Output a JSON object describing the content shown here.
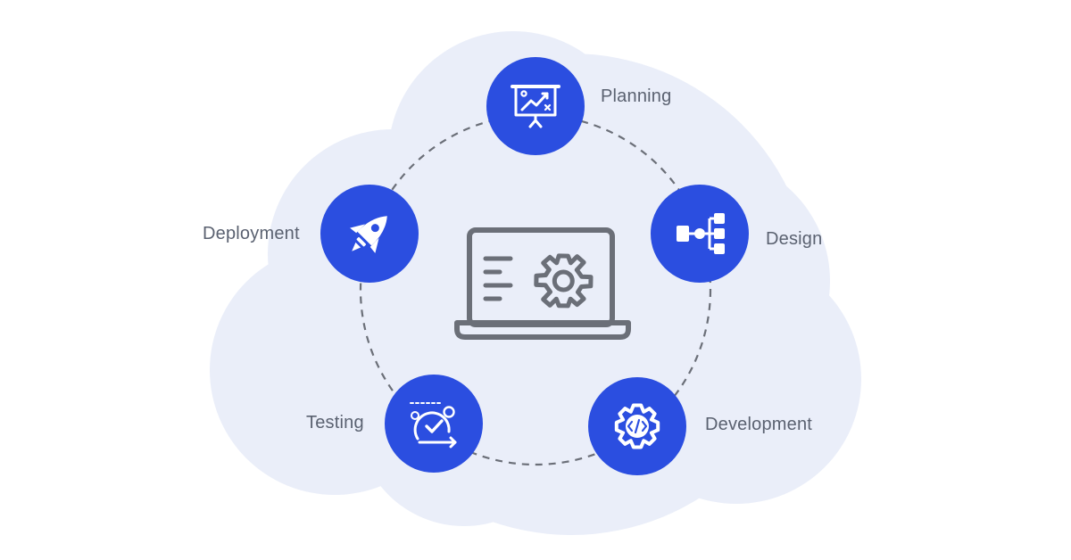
{
  "colors": {
    "cloud": "#eaeef9",
    "node": "#2b4ee0",
    "connector": "#6b6f78",
    "laptop": "#6b6f78",
    "label": "#5a6170"
  },
  "center": {
    "icon": "laptop-gear-icon"
  },
  "stages": [
    {
      "key": "planning",
      "label": "Planning",
      "icon": "presentation-chart-icon"
    },
    {
      "key": "design",
      "label": "Design",
      "icon": "hierarchy-flow-icon"
    },
    {
      "key": "development",
      "label": "Development",
      "icon": "code-gear-icon"
    },
    {
      "key": "testing",
      "label": "Testing",
      "icon": "test-cycle-icon"
    },
    {
      "key": "deployment",
      "label": "Deployment",
      "icon": "rocket-icon"
    }
  ]
}
